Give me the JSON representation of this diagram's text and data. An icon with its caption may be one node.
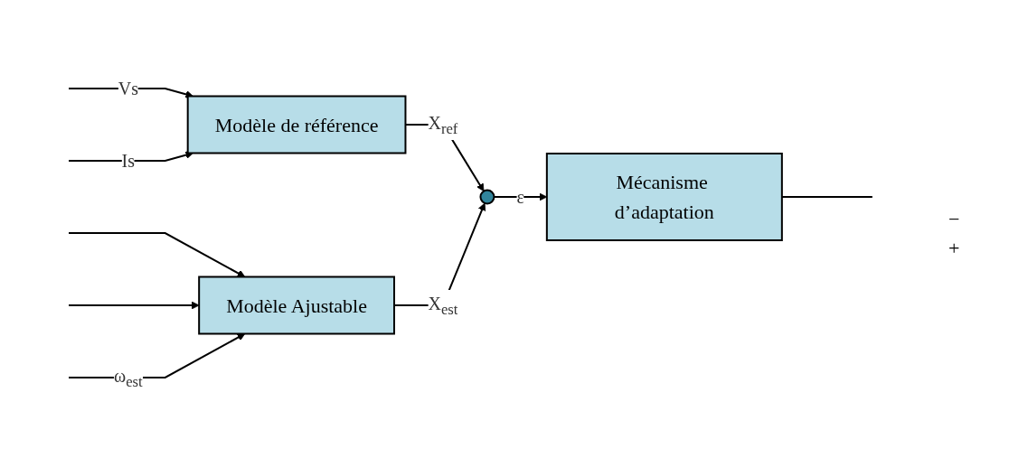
{
  "diagram": {
    "nodes": [
      {
        "text": [
          "Modèle de référence"
        ]
      },
      {
        "text": [
          "Modèle Ajustable"
        ]
      },
      {
        "text": [],
        "shape": "circle"
      },
      {
        "text": [
          "Mécanisme d’adaptation"
        ]
      }
    ],
    "edges": [
      {
        "from": null,
        "to": 0,
        "arrow": "to",
        "label": "Vs"
      },
      {
        "from": null,
        "to": 1,
        "arrow": "to"
      },
      {
        "from": null,
        "to": 0,
        "arrow": "to",
        "label": "Is"
      },
      {
        "from": null,
        "to": 1,
        "arrow": "to"
      },
      {
        "from": 0,
        "to": 2,
        "arrow": "to",
        "label": "X$_{ref}$"
      },
      {
        "from": 1,
        "to": 2,
        "arrow": "to",
        "label": "X$_{est}$"
      },
      {
        "from": 2,
        "to": 3,
        "arrow": "to",
        "label": "ε"
      },
      {
        "from": 3,
        "to": null,
        "arrow": "none"
      },
      {
        "from": null,
        "to": 1,
        "arrow": "to",
        "label": "ω$_{est}$"
      }
    ],
    "labels": [
      "−",
      "+"
    ]
  }
}
